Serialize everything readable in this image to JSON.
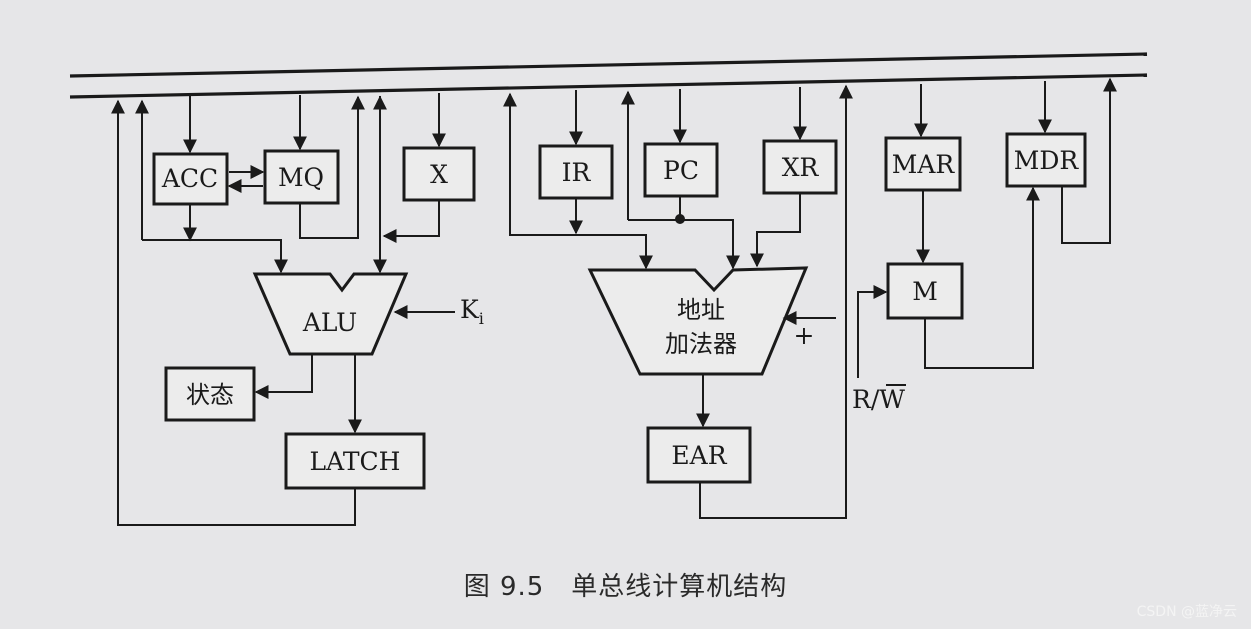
{
  "blocks": {
    "acc": "ACC",
    "mq": "MQ",
    "x": "X",
    "ir": "IR",
    "pc": "PC",
    "xr": "XR",
    "mar": "MAR",
    "mdr": "MDR",
    "alu": "ALU",
    "status": "状态",
    "latch": "LATCH",
    "adder_line1": "地址",
    "adder_line2": "加法器",
    "ear": "EAR",
    "m": "M"
  },
  "signals": {
    "k_main": "K",
    "k_sub": "i",
    "plus": "+",
    "rw": "R/W"
  },
  "caption": "图 9.5　单总线计算机结构",
  "watermark": "CSDN @蓝净云"
}
